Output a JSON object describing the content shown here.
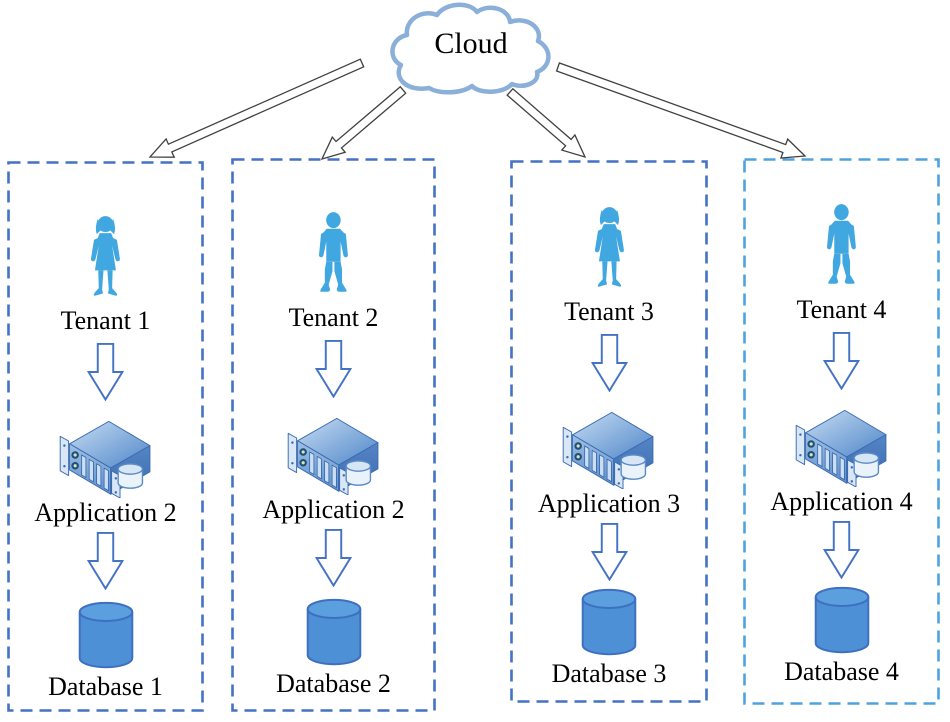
{
  "cloud": {
    "label": "Cloud"
  },
  "tenants": [
    {
      "person_icon": "female-user-icon",
      "tenant_label": "Tenant 1",
      "application_label": "Application 2",
      "database_label": "Database 1"
    },
    {
      "person_icon": "male-user-icon",
      "tenant_label": "Tenant 2",
      "application_label": "Application 2",
      "database_label": "Database 2"
    },
    {
      "person_icon": "female-user-icon",
      "tenant_label": "Tenant 3",
      "application_label": "Application 3",
      "database_label": "Database 3"
    },
    {
      "person_icon": "male-user-icon",
      "tenant_label": "Tenant 4",
      "application_label": "Application 4",
      "database_label": "Database 4"
    }
  ],
  "icons": {
    "cloud": "cloud-outline-icon",
    "person_female": "female-user-silhouette",
    "person_male": "male-user-silhouette",
    "application": "rack-server-icon",
    "database": "database-cylinder-icon",
    "flow": "block-down-arrow-icon",
    "connector": "outline-arrow-icon"
  },
  "colors": {
    "box_border": "#4472C4",
    "box4_border": "#4FA3DC",
    "person_fill": "#41A7E0",
    "block_arrow_stroke": "#4472C4",
    "database_fill": "#4E90D5",
    "database_top_fill": "#5C9FDF",
    "database_stroke": "#3E6FC1",
    "cloud_stroke": "#8AAFD9",
    "connector_stroke": "#404040",
    "label_color": "#000000"
  }
}
